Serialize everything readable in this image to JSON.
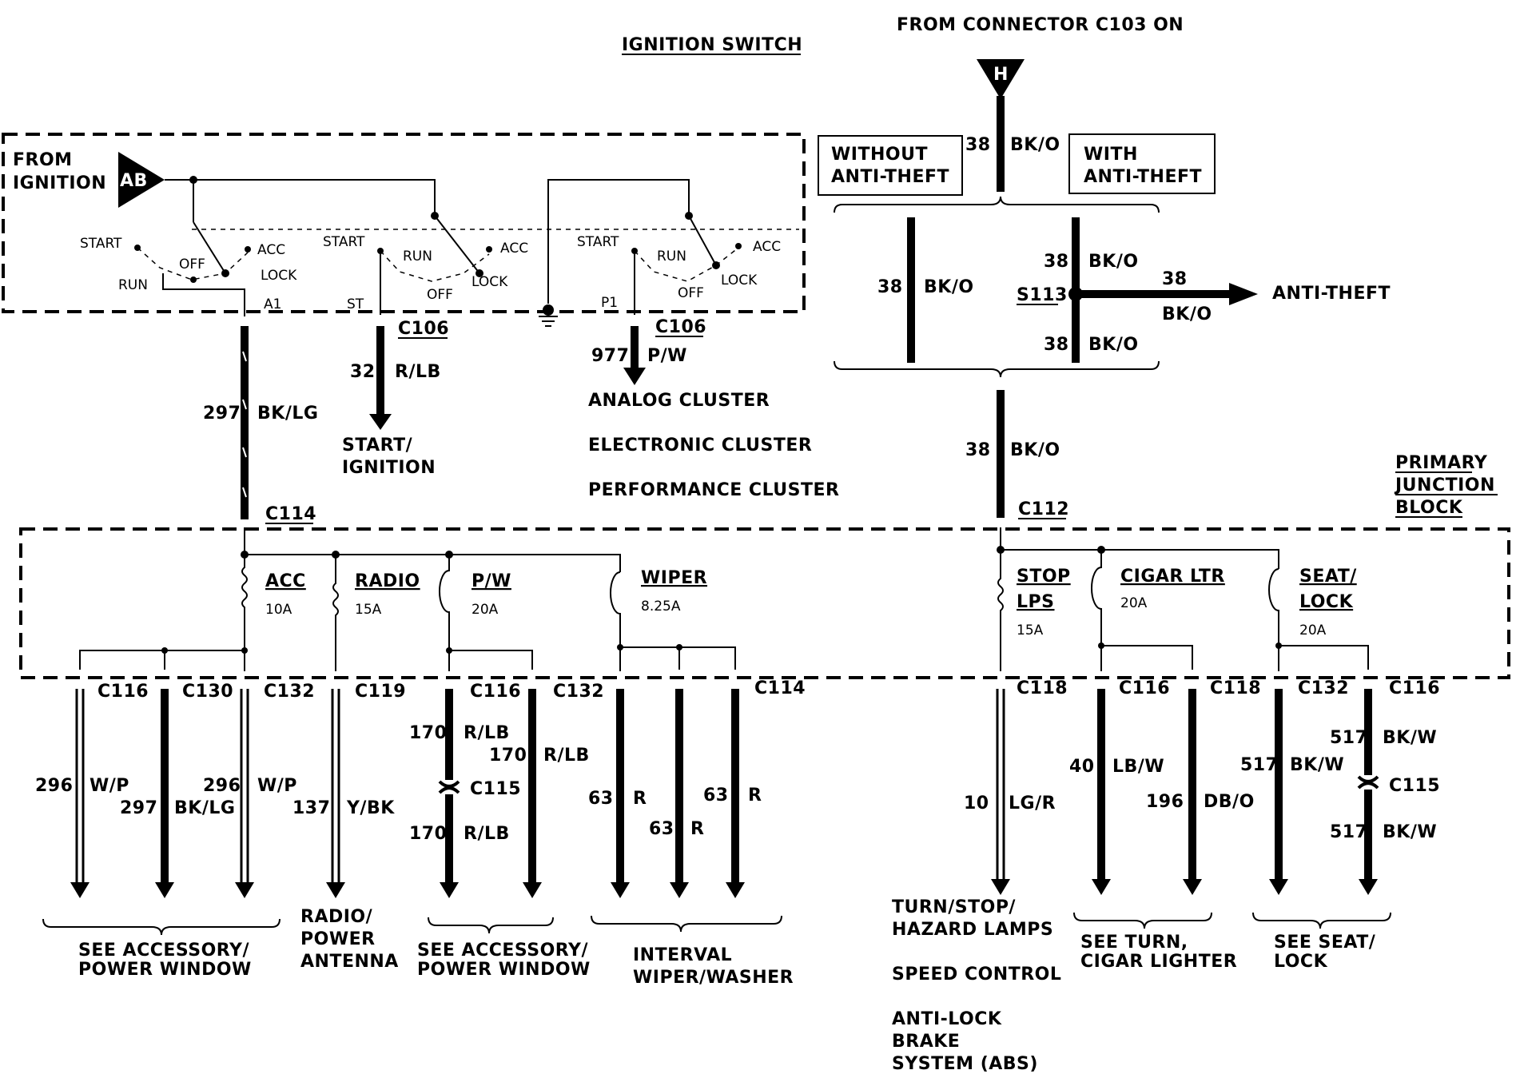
{
  "header": {
    "ignition_switch": "IGNITION SWITCH",
    "from_connector": "FROM CONNECTOR C103 ON",
    "connector_h": "H"
  },
  "ignition": {
    "from_line1": "FROM",
    "from_line2": "IGNITION",
    "ab": "AB",
    "start": "START",
    "run": "RUN",
    "off": "OFF",
    "acc": "ACC",
    "lock": "LOCK",
    "a1": "A1",
    "st": "ST",
    "p1": "P1"
  },
  "left_wires": {
    "w297_num": "297",
    "w297_color": "BK/LG",
    "c106a": "C106",
    "w32_num": "32",
    "w32_color": "R/LB",
    "start_ign1": "START/",
    "start_ign2": "IGNITION",
    "c106b": "C106",
    "w977_num": "977",
    "w977_color": "P/W",
    "analog": "ANALOG CLUSTER",
    "electronic": "ELECTRONIC CLUSTER",
    "performance": "PERFORMANCE CLUSTER",
    "c114": "C114"
  },
  "right_top": {
    "without1": "WITHOUT",
    "without2": "ANTI-THEFT",
    "with1": "WITH",
    "with2": "ANTI-THEFT",
    "num38": "38",
    "bko": "BK/O",
    "s113": "S113",
    "anti_theft": "ANTI-THEFT",
    "c112": "C112"
  },
  "pjb": {
    "line1": "PRIMARY",
    "line2": "JUNCTION",
    "line3": "BLOCK"
  },
  "fuses": {
    "acc": "ACC",
    "acc_a": "10A",
    "radio": "RADIO",
    "radio_a": "15A",
    "pw": "P/W",
    "pw_a": "20A",
    "wiper": "WIPER",
    "wiper_a": "8.25A",
    "stop1": "STOP",
    "stop2": "LPS",
    "stop_a": "15A",
    "cigar": "CIGAR LTR",
    "cigar_a": "20A",
    "seat1": "SEAT/",
    "seat2": "LOCK",
    "seat_a": "20A"
  },
  "connectors": {
    "c116": "C116",
    "c130": "C130",
    "c132": "C132",
    "c119": "C119",
    "c115": "C115",
    "c114": "C114",
    "c118": "C118"
  },
  "bottom_wires": {
    "n296": "296",
    "wp": "W/P",
    "n297": "297",
    "bklg": "BK/LG",
    "n137": "137",
    "ybk": "Y/BK",
    "n170": "170",
    "rlb": "R/LB",
    "n63": "63",
    "r": "R",
    "n10": "10",
    "lgr": "LG/R",
    "n40": "40",
    "lbw": "LB/W",
    "n196": "196",
    "dbo": "DB/O",
    "n517": "517",
    "bkw": "BK/W"
  },
  "destinations": {
    "acc_pw1": "SEE ACCESSORY/",
    "acc_pw2": "POWER WINDOW",
    "radio1": "RADIO/",
    "radio2": "POWER",
    "radio3": "ANTENNA",
    "wiper1": "INTERVAL",
    "wiper2": "WIPER/WASHER",
    "turn1": "TURN/STOP/",
    "turn2": "HAZARD LAMPS",
    "speed": "SPEED CONTROL",
    "abs1": "ANTI-LOCK",
    "abs2": "BRAKE",
    "abs3": "SYSTEM (ABS)",
    "cigar1": "SEE TURN,",
    "cigar2": "CIGAR LIGHTER",
    "seat1": "SEE SEAT/",
    "seat2": "LOCK"
  }
}
